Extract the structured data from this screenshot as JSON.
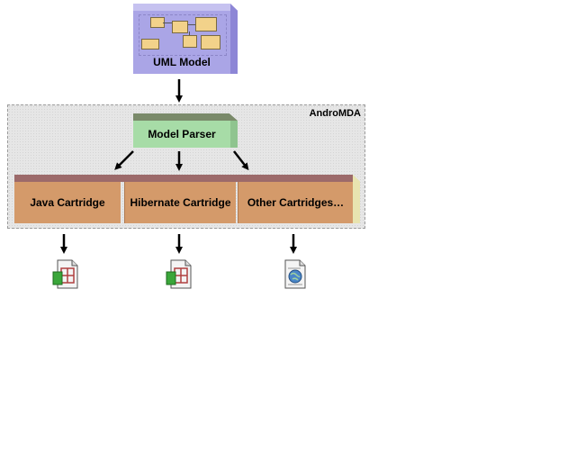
{
  "uml_model": {
    "label": "UML Model"
  },
  "framework": {
    "label": "AndroMDA"
  },
  "parser": {
    "label": "Model Parser"
  },
  "cartridges": [
    {
      "label": "Java Cartridge"
    },
    {
      "label": "Hibernate Cartridge"
    },
    {
      "label": "Other Cartridges…"
    }
  ],
  "outputs": [
    {
      "icon": "java-file-icon"
    },
    {
      "icon": "hibernate-file-icon"
    },
    {
      "icon": "web-document-icon"
    }
  ],
  "colors": {
    "uml_face": "#aaa5e6",
    "uml_top": "#c6c2f0",
    "uml_side": "#8d86d6",
    "parser_face": "#a7dca7",
    "parser_top": "#7a8a6a",
    "parser_side": "#8fc48f",
    "cartridge_face": "#d49a6a",
    "cartridge_top": "#9c6a6a",
    "cartridge_side": "#e8e4b0"
  }
}
